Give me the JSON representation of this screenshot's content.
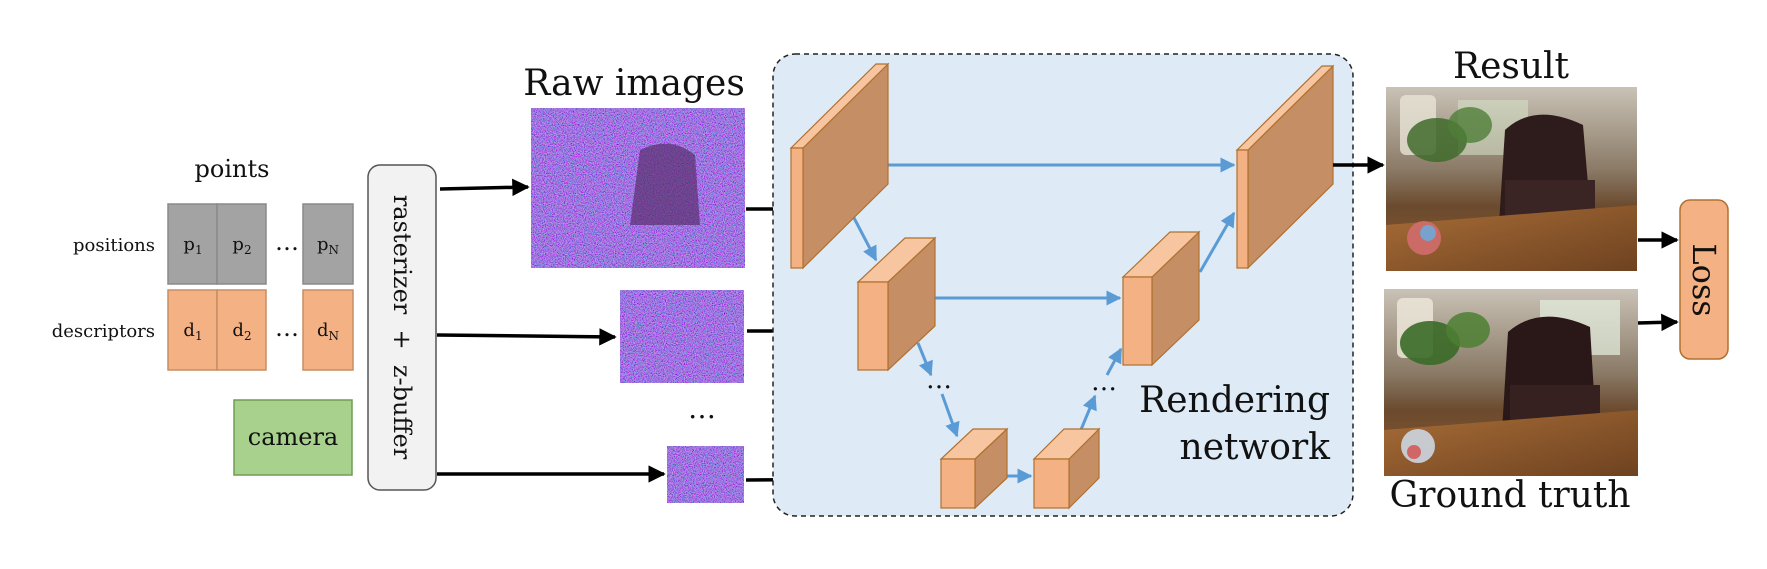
{
  "inputs": {
    "points_title": "points",
    "positions_label": "positions",
    "descriptors_label": "descriptors",
    "positions": [
      {
        "base": "p",
        "sub": "1"
      },
      {
        "base": "p",
        "sub": "2"
      },
      {
        "base": "p",
        "sub": "N"
      }
    ],
    "descriptors": [
      {
        "base": "d",
        "sub": "1"
      },
      {
        "base": "d",
        "sub": "2"
      },
      {
        "base": "d",
        "sub": "N"
      }
    ],
    "ellipsis": "…",
    "camera_label": "camera"
  },
  "rasterizer": {
    "label": "rasterizer  +  z-buffer"
  },
  "raw_images": {
    "title": "Raw images",
    "ellipsis": "…"
  },
  "network": {
    "label_line1": "Rendering",
    "label_line2": "network",
    "ellipsis_left": "…",
    "ellipsis_right": "…"
  },
  "outputs": {
    "result_title": "Result",
    "ground_truth_title": "Ground truth",
    "loss_label": "Loss"
  },
  "colors": {
    "gray_box": "#a3a3a3",
    "orange_box": "#f4b183",
    "camera_box": "#a9d18e",
    "network_bg": "#deebf7",
    "block_front": "#f4b183",
    "block_side": "#c58e65",
    "skip_arrow": "#5b9bd5",
    "main_arrow": "#000000"
  }
}
